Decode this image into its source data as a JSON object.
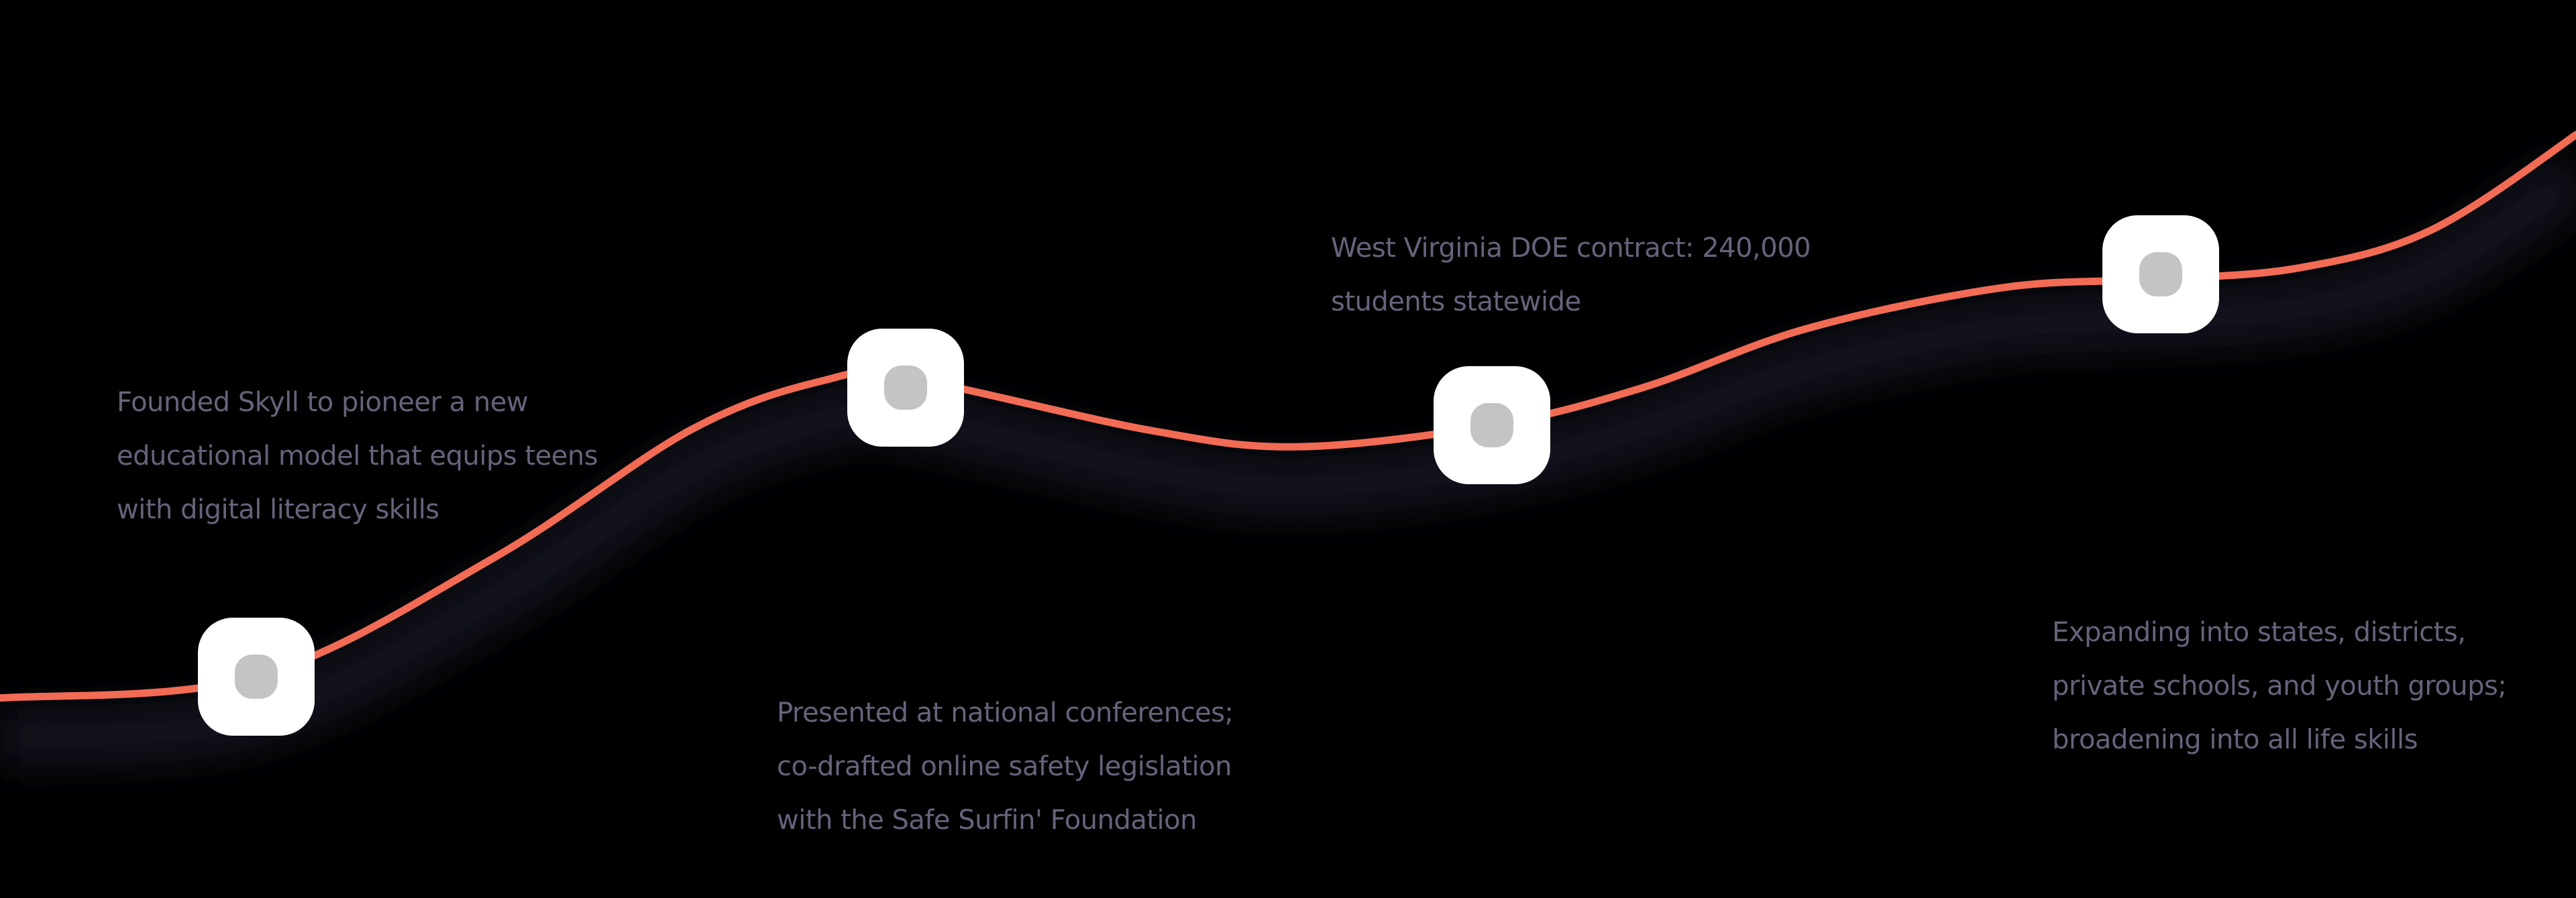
{
  "colors": {
    "background": "#000000",
    "line": "#f26b55",
    "node": "#ffffff",
    "node_dot": "#c4c4c4",
    "text": "#66637b"
  },
  "milestones": [
    {
      "lines": [
        "Founded Skyll to pioneer a new",
        "educational model that equips teens",
        "with digital literacy skills"
      ]
    },
    {
      "lines": [
        "Presented at national conferences;",
        "co-drafted online safety legislation",
        "with the Safe Surfin' Foundation"
      ]
    },
    {
      "lines": [
        "West Virginia DOE contract: 240,000",
        "students statewide"
      ]
    },
    {
      "lines": [
        "Expanding into states, districts,",
        "private schools, and youth groups;",
        "broadening into all life skills"
      ]
    }
  ]
}
